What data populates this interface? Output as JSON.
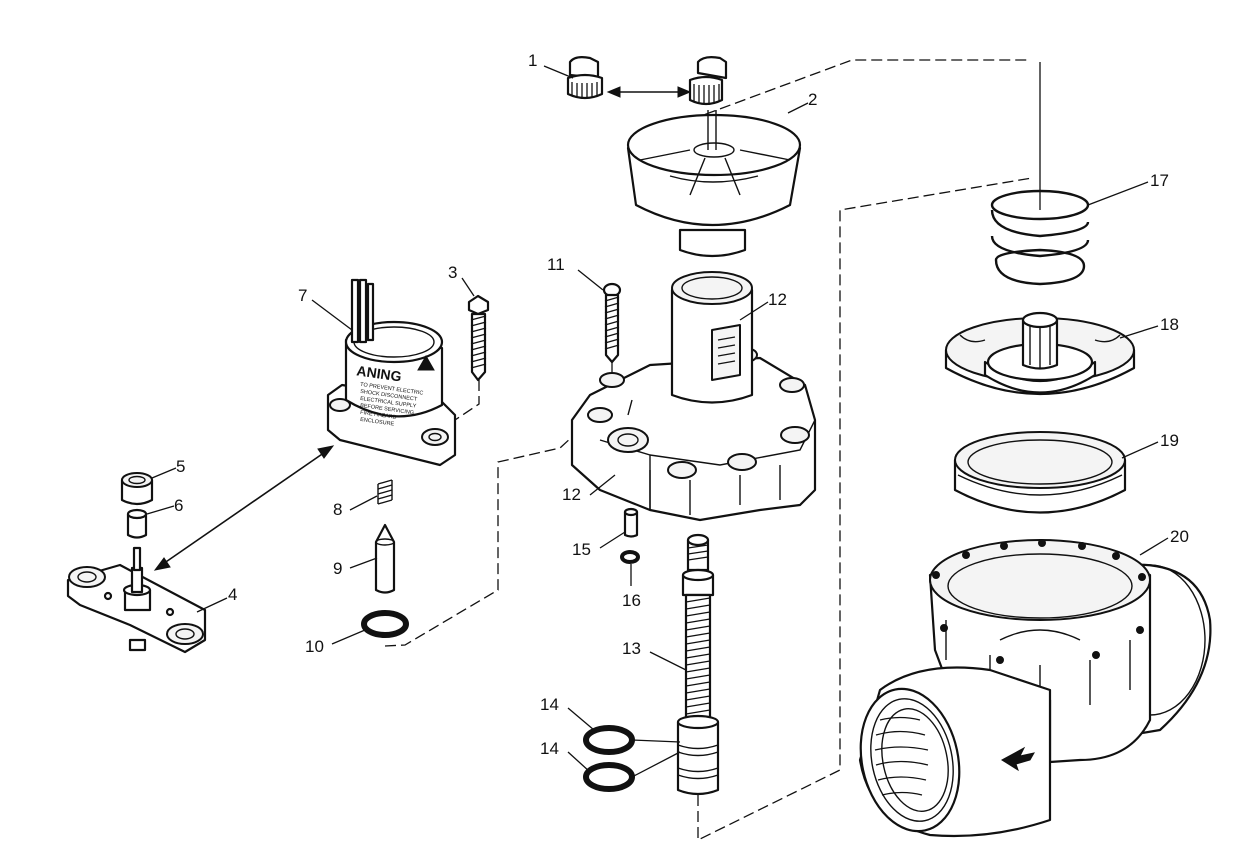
{
  "diagram": {
    "callouts": [
      {
        "id": "1",
        "text": "1"
      },
      {
        "id": "2",
        "text": "2"
      },
      {
        "id": "3",
        "text": "3"
      },
      {
        "id": "4",
        "text": "4"
      },
      {
        "id": "5",
        "text": "5"
      },
      {
        "id": "6",
        "text": "6"
      },
      {
        "id": "7",
        "text": "7"
      },
      {
        "id": "8",
        "text": "8"
      },
      {
        "id": "9",
        "text": "9"
      },
      {
        "id": "10",
        "text": "10"
      },
      {
        "id": "11",
        "text": "11"
      },
      {
        "id": "12a",
        "text": "12"
      },
      {
        "id": "12b",
        "text": "12"
      },
      {
        "id": "13",
        "text": "13"
      },
      {
        "id": "14a",
        "text": "14"
      },
      {
        "id": "14b",
        "text": "14"
      },
      {
        "id": "15",
        "text": "15"
      },
      {
        "id": "16",
        "text": "16"
      },
      {
        "id": "17",
        "text": "17"
      },
      {
        "id": "18",
        "text": "18"
      },
      {
        "id": "19",
        "text": "19"
      },
      {
        "id": "20",
        "text": "20"
      }
    ],
    "solenoid_label": {
      "heading": "ANING",
      "lines": [
        "TO PREVENT ELECTRIC",
        "SHOCK DISCONNECT",
        "ELECTRICAL SUPPLY",
        "BEFORE SERVICING",
        "FIRE HAZARD",
        "ENCLOSURE"
      ]
    }
  }
}
